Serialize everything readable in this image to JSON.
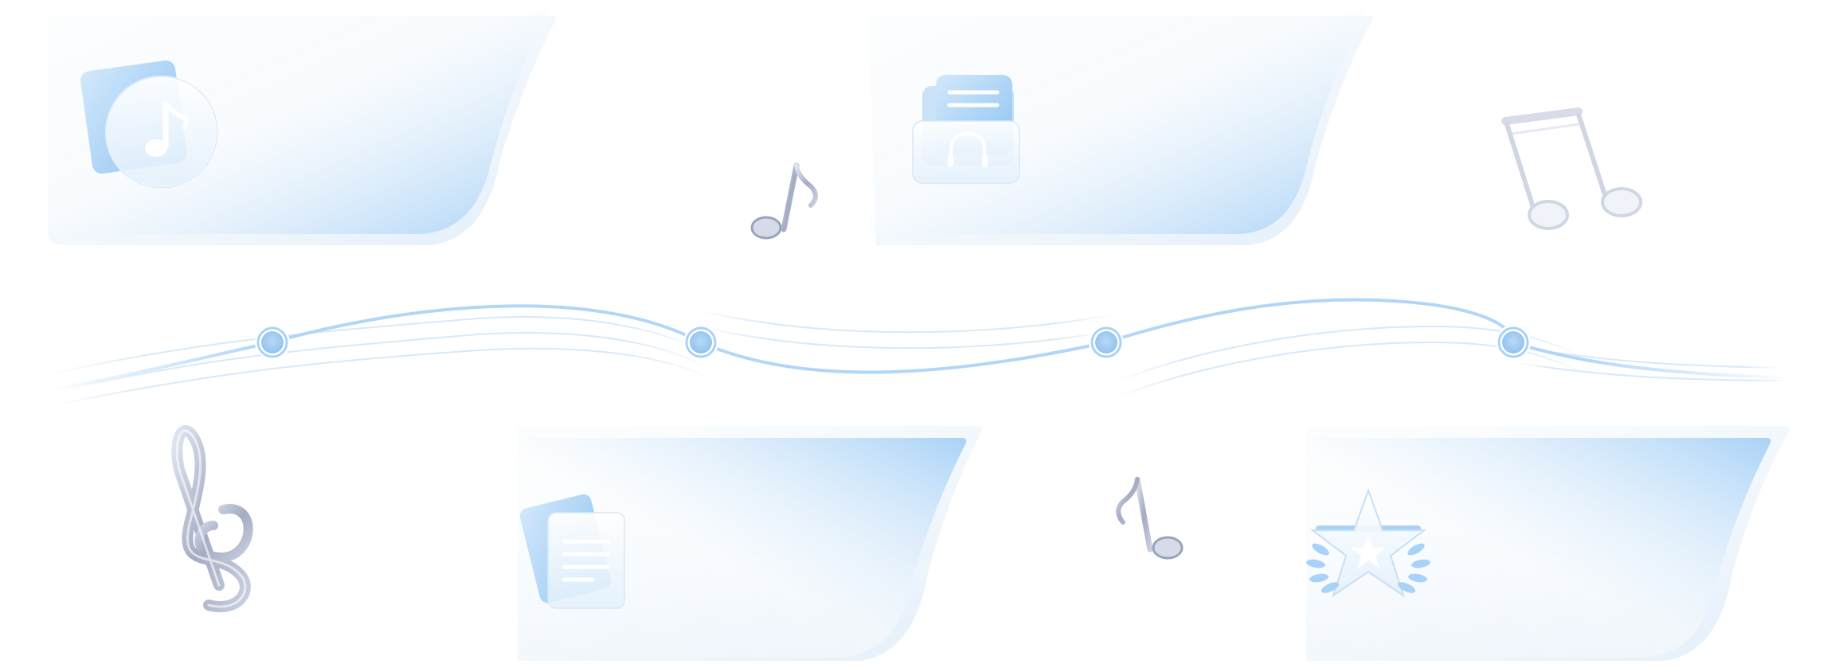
{
  "palette": {
    "background": "#ffffff",
    "accent_blue": "#a9d2f7",
    "accent_blue_deep": "#7fbaf0",
    "node_fill": "#9cc8ef",
    "glass_white": "#ffffff",
    "silver": "#a4acc3",
    "silver_dark": "#8a93ad"
  },
  "timeline": {
    "node_count": 4
  },
  "panels": [
    {
      "name": "top-left-panel",
      "icon": "music-album-icon"
    },
    {
      "name": "top-right-panel",
      "icon": "audio-playlist-icon"
    },
    {
      "name": "bottom-left-panel",
      "icon": "document-icon"
    },
    {
      "name": "bottom-right-panel",
      "icon": "star-award-icon"
    }
  ],
  "decorations": [
    "eighth-note-icon",
    "beamed-notes-icon",
    "treble-clef-icon",
    "eighth-note-icon"
  ]
}
